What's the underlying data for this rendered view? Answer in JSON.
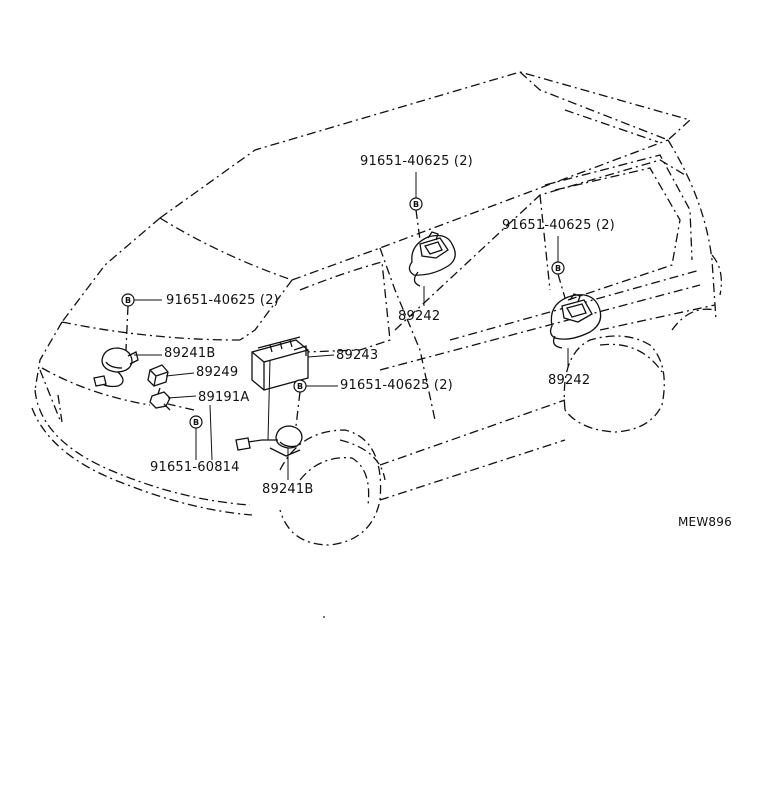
{
  "diagram": {
    "parts": {
      "bolt_roof_front": "91651-40625 (2)",
      "bolt_roof_rear": "91651-40625 (2)",
      "bolt_front_upper": "91651-40625 (2)",
      "bolt_front_center": "91651-40625 (2)",
      "bolt_lower": "91651-60814",
      "sensor_front_left": "89241B",
      "sensor_front_right": "89241B",
      "module": "89243",
      "sensor_small": "89249",
      "connector": "89191A",
      "speaker_roof_front": "89242",
      "speaker_roof_rear": "89242"
    },
    "bolt_marker": "B",
    "drawing_code": "MEW896"
  }
}
